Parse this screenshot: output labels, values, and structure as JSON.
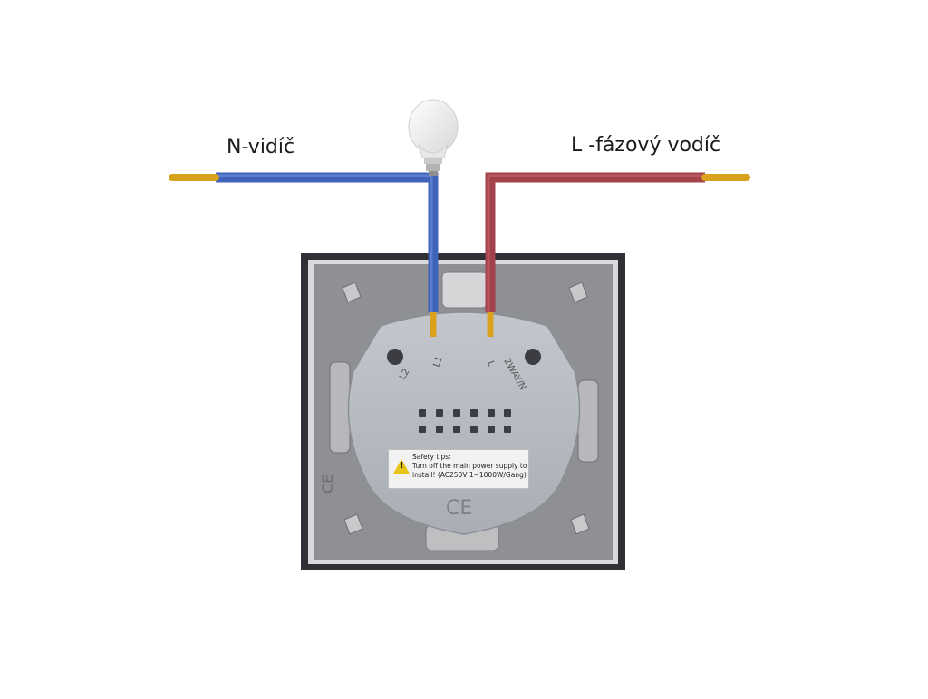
{
  "labels": {
    "neutral": "N-vidíč",
    "live": "L -fázový vodíč"
  },
  "terminals": [
    "L2",
    "L1",
    "L",
    "2WAY/N"
  ],
  "safety": {
    "title": "Safety tips:",
    "line1": "Turn off the main power supply to",
    "line2": "install! (AC250V   1~1000W/Gang)"
  },
  "marks": {
    "ce_module": "CE",
    "ce_frame": "CE"
  },
  "colors": {
    "neutral_wire": "#4a6fc4",
    "live_wire": "#a8434a",
    "copper": "#d8a21c",
    "frame": "#8c8c90",
    "module": "#b4b8bf"
  },
  "icons": [
    "light-bulb-icon",
    "warning-triangle-icon"
  ]
}
